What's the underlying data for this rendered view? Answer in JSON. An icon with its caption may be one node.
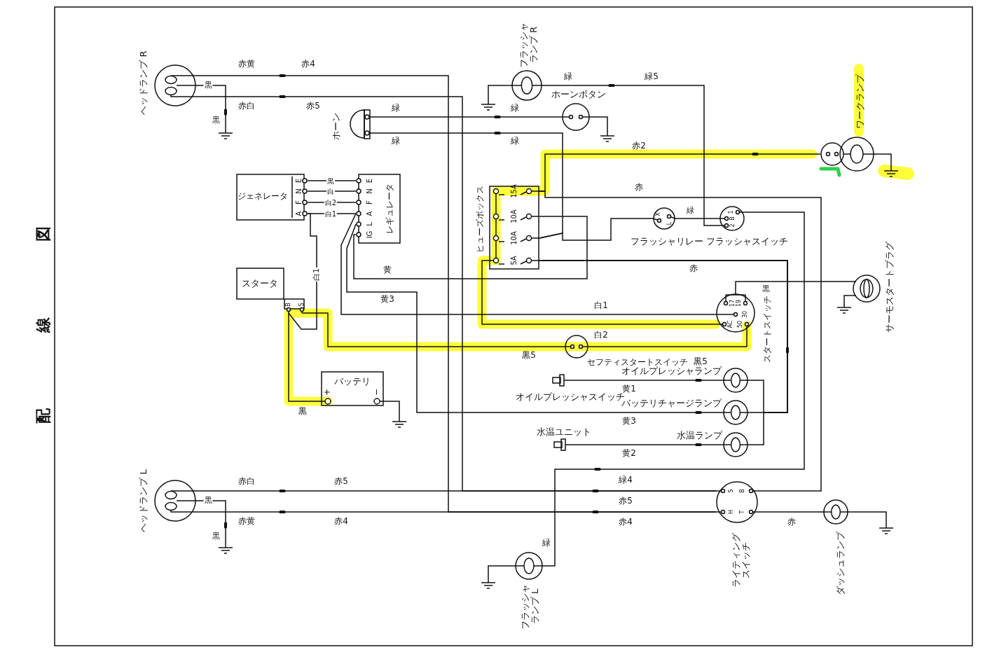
{
  "diagram": {
    "title": "配線図",
    "nodes": [
      {
        "text": [
          "ヘッドランプ R"
        ]
      },
      {
        "text": [],
        "shape": "ground"
      },
      {
        "text": [
          "ホーン"
        ]
      },
      {
        "text": [
          "フラッシャランプ R"
        ]
      },
      {
        "text": [],
        "shape": "ground"
      },
      {
        "text": [
          "ホーンボタン"
        ]
      },
      {
        "text": [],
        "shape": "ground"
      },
      {
        "text": [
          "ワークランプ"
        ]
      },
      {
        "text": [],
        "shape": "ground"
      },
      {
        "text": [
          "ジェネレータ"
        ]
      },
      {
        "text": [
          "レギュレータ"
        ]
      },
      {
        "text": [
          "ヒューズボックス"
        ]
      },
      {
        "text": [
          "フラッシャリレー"
        ]
      },
      {
        "text": [
          "フラッシャスイッチ"
        ]
      },
      {
        "text": [
          "スタータ"
        ]
      },
      {
        "text": [
          "サーモスタートプラグ"
        ]
      },
      {
        "text": [],
        "shape": "ground"
      },
      {
        "text": [
          "スタートスイッチ"
        ]
      },
      {
        "text": [
          "セフティスタートスイッチ"
        ]
      },
      {
        "text": [
          "バッテリ"
        ]
      },
      {
        "text": [],
        "shape": "ground"
      },
      {
        "text": [
          "オイルプレッシャスイッチ"
        ]
      },
      {
        "text": [
          "オイルプレッシャランプ"
        ]
      },
      {
        "text": [
          "バッテリチャージランプ"
        ]
      },
      {
        "text": [
          "水温ユニット"
        ]
      },
      {
        "text": [
          "水温ランプ"
        ]
      },
      {
        "text": [
          "ヘッドランプ L"
        ]
      },
      {
        "text": [],
        "shape": "ground"
      },
      {
        "text": [
          "ライティングスイッチ"
        ]
      },
      {
        "text": [
          "ダッシュランプ"
        ]
      },
      {
        "text": [],
        "shape": "ground"
      },
      {
        "text": [
          "フラッシャランプ L"
        ]
      },
      {
        "text": [],
        "shape": "ground"
      }
    ],
    "edges": [
      {
        "from": 0,
        "to": 28,
        "arrow": "none"
      },
      {
        "from": 0,
        "to": 28,
        "arrow": "none"
      },
      {
        "from": 26,
        "to": 28,
        "arrow": "none"
      },
      {
        "from": 26,
        "to": 28,
        "arrow": "none"
      },
      {
        "from": 0,
        "to": 1,
        "arrow": "none"
      },
      {
        "from": 26,
        "to": 27,
        "arrow": "none"
      },
      {
        "from": 2,
        "to": 5,
        "arrow": "none"
      },
      {
        "from": 2,
        "to": 11,
        "arrow": "none"
      },
      {
        "from": 3,
        "to": 4,
        "arrow": "none"
      },
      {
        "from": 3,
        "to": 13,
        "arrow": "none"
      },
      {
        "from": 5,
        "to": 6,
        "arrow": "none"
      },
      {
        "from": 11,
        "to": 7,
        "arrow": "none"
      },
      {
        "from": 7,
        "to": 8,
        "arrow": "none"
      },
      {
        "from": 11,
        "to": 28,
        "arrow": "none"
      },
      {
        "from": 9,
        "to": 10,
        "arrow": "none"
      },
      {
        "from": 9,
        "to": 10,
        "arrow": "none"
      },
      {
        "from": 9,
        "to": 10,
        "arrow": "none"
      },
      {
        "from": 9,
        "to": 10,
        "arrow": "none"
      },
      {
        "from": 9,
        "to": 14,
        "arrow": "none"
      },
      {
        "from": 14,
        "to": 19,
        "arrow": "none"
      },
      {
        "from": 14,
        "to": 18,
        "arrow": "none"
      },
      {
        "from": 18,
        "to": 17,
        "arrow": "none"
      },
      {
        "from": 17,
        "to": 11,
        "arrow": "none"
      },
      {
        "from": 10,
        "to": 17,
        "arrow": "none"
      },
      {
        "from": 10,
        "to": 23,
        "arrow": "none"
      },
      {
        "from": 10,
        "to": 11,
        "arrow": "none"
      },
      {
        "from": 11,
        "to": 12,
        "arrow": "none"
      },
      {
        "from": 12,
        "to": 13,
        "arrow": "none"
      },
      {
        "from": 13,
        "to": 31,
        "arrow": "none"
      },
      {
        "from": 11,
        "to": 23,
        "arrow": "none"
      },
      {
        "from": 11,
        "to": 22,
        "arrow": "none"
      },
      {
        "from": 11,
        "to": 25,
        "arrow": "none"
      },
      {
        "from": 21,
        "to": 22,
        "arrow": "none"
      },
      {
        "from": 24,
        "to": 25,
        "arrow": "none"
      },
      {
        "from": 17,
        "to": 15,
        "arrow": "none"
      },
      {
        "from": 15,
        "to": 16,
        "arrow": "none"
      },
      {
        "from": 19,
        "to": 20,
        "arrow": "none"
      },
      {
        "from": 28,
        "to": 29,
        "arrow": "none"
      },
      {
        "from": 29,
        "to": 30,
        "arrow": "none"
      },
      {
        "from": 31,
        "to": 32,
        "arrow": "none"
      }
    ],
    "labels": [
      "赤黄",
      "赤4",
      "黒",
      "赤白",
      "赤5",
      "黒",
      "緑",
      "緑",
      "緑",
      "緑",
      "緑",
      "緑5",
      "赤2",
      "赤",
      "緑",
      "黒",
      "白",
      "白2",
      "白1",
      "白1",
      "黄",
      "黄3",
      "赤",
      "白1",
      "白2",
      "黒",
      "黒5",
      "黒5",
      "黒",
      "黄1",
      "黄3",
      "黄2",
      "赤白",
      "赤5",
      "緑4",
      "黒",
      "赤黄",
      "赤4",
      "黒",
      "赤5",
      "赤4",
      "緑",
      "赤",
      "E",
      "N",
      "F",
      "A",
      "E",
      "N",
      "F",
      "A",
      "L",
      "IG",
      "B",
      "S",
      "+",
      "−",
      "15A",
      "10A",
      "10A",
      "5A",
      "X",
      "L",
      "1",
      "B",
      "2",
      "17",
      "19",
      "30",
      "AC",
      "50",
      "S",
      "B",
      "H",
      "T"
    ]
  }
}
